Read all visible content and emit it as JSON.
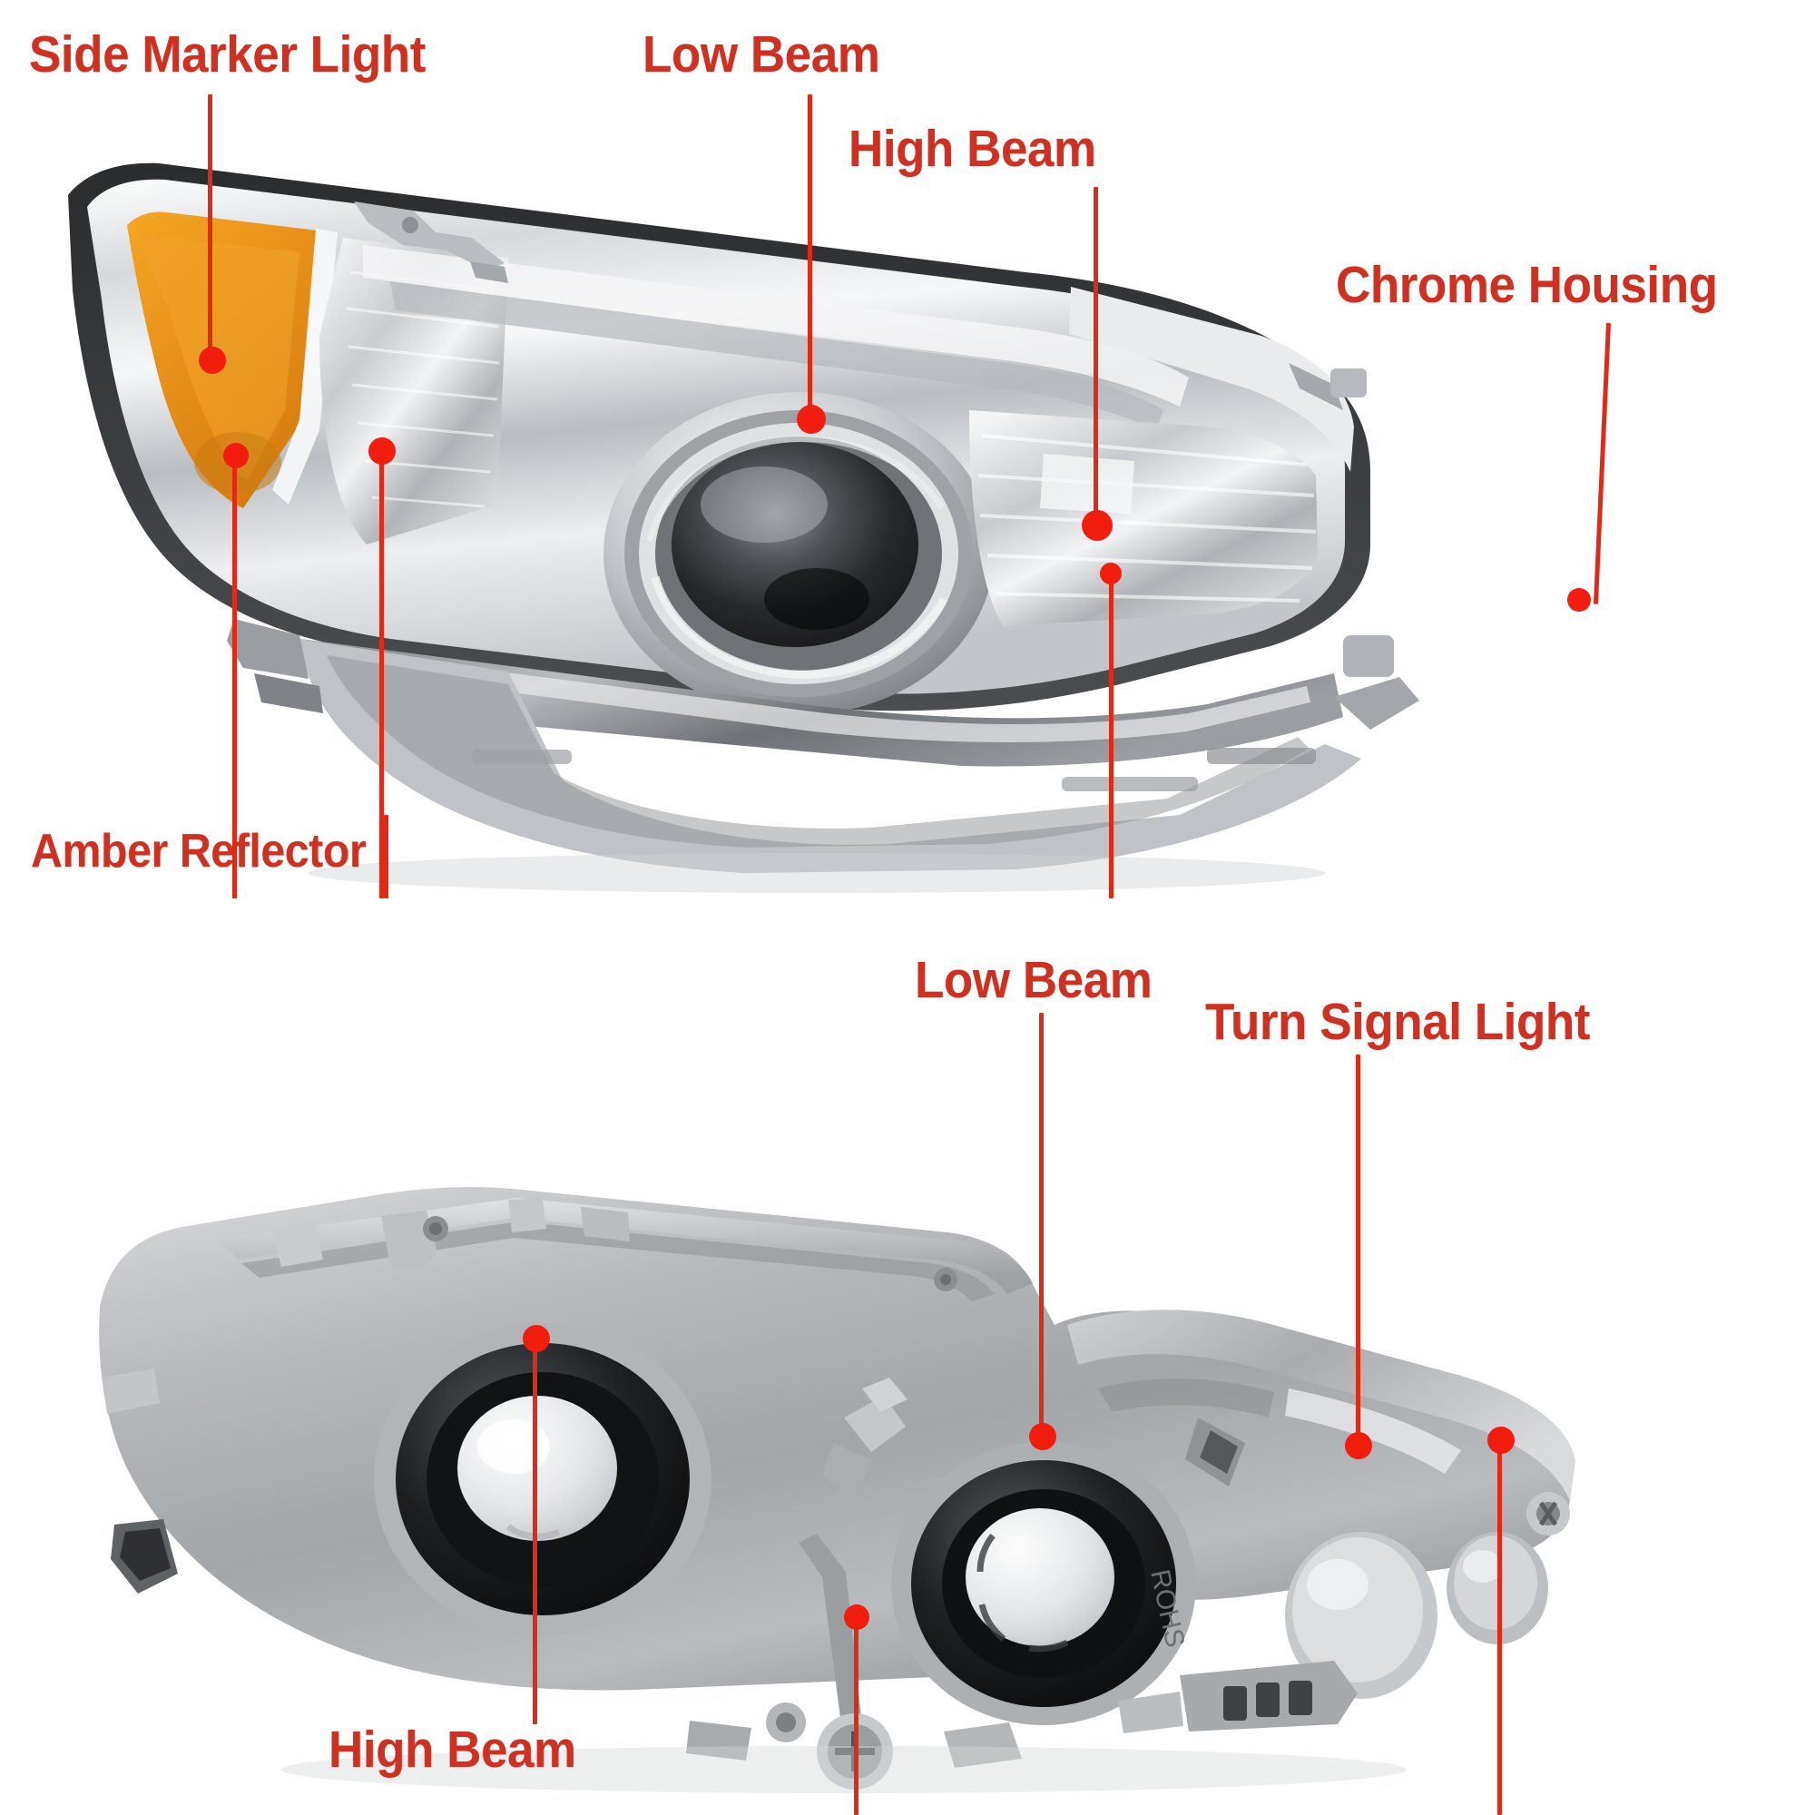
{
  "diagram": {
    "title": "Headlight Assembly Parts Callout",
    "accent_color": "#d0301f",
    "leader_color": "#e02a16",
    "dot_color": "#f21d0d",
    "background_color": "#ffffff",
    "amber_color": "#f09a16",
    "chrome_color": "#c9ccd0",
    "housing_gray": "#a8abae"
  },
  "panels": [
    {
      "id": "front-view",
      "name": "Front lens view of chrome projector headlight",
      "labels": [
        {
          "id": "side-marker-light",
          "text": "Side Marker Light"
        },
        {
          "id": "low-beam-front",
          "text": "Low Beam"
        },
        {
          "id": "high-beam-front",
          "text": "High Beam"
        },
        {
          "id": "chrome-housing",
          "text": "Chrome Housing"
        },
        {
          "id": "amber-reflector",
          "text": "Amber Reflector"
        }
      ]
    },
    {
      "id": "rear-view",
      "name": "Rear housing view with bulb sockets",
      "labels": [
        {
          "id": "low-beam-rear",
          "text": "Low Beam"
        },
        {
          "id": "turn-signal-light",
          "text": "Turn Signal Light"
        },
        {
          "id": "high-beam-rear",
          "text": "High Beam"
        }
      ]
    }
  ],
  "label_text": {
    "side_marker_light": "Side Marker Light",
    "low_beam_front": "Low Beam",
    "high_beam_front": "High Beam",
    "chrome_housing": "Chrome Housing",
    "amber_reflector": "Amber Reflector",
    "low_beam_rear": "Low Beam",
    "turn_signal_light": "Turn Signal Light",
    "high_beam_rear": "High Beam"
  }
}
